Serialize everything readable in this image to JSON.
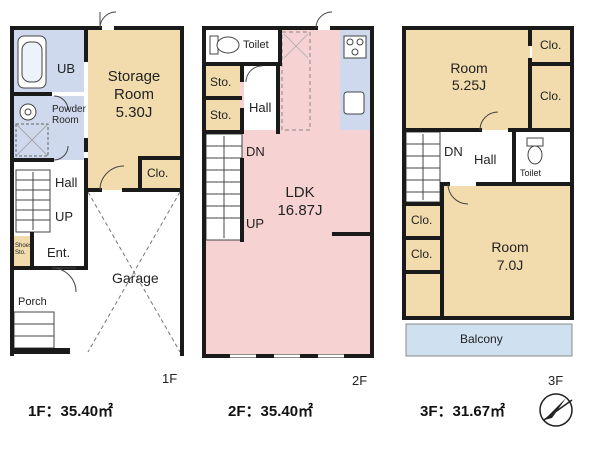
{
  "floor_1": {
    "rooms": {
      "ub": "UB",
      "powder_room": [
        "Powder",
        "Room"
      ],
      "storage_room": [
        "Storage",
        "Room",
        "5.30J"
      ],
      "closet": "Clo.",
      "hall": "Hall",
      "up": "UP",
      "shoes_storage": [
        "Shoes",
        "Sto."
      ],
      "entrance": "Ent.",
      "garage": "Garage",
      "porch": "Porch"
    },
    "label": "1F",
    "area": "1F：35.40㎡"
  },
  "floor_2": {
    "rooms": {
      "toilet": "Toilet",
      "storage_1": "Sto.",
      "storage_2": "Sto.",
      "hall": "Hall",
      "dn": "DN",
      "up": "UP",
      "ldk": [
        "LDK",
        "16.87J"
      ]
    },
    "label": "2F",
    "area": "2F：35.40㎡"
  },
  "floor_3": {
    "rooms": {
      "room_small": [
        "Room",
        "5.25J"
      ],
      "closet_1": "Clo.",
      "closet_2": "Clo.",
      "dn": "DN",
      "hall": "Hall",
      "toilet": "Toilet",
      "closet_3": "Clo.",
      "closet_4": "Clo.",
      "room_large": [
        "Room",
        "7.0J"
      ],
      "balcony": "Balcony"
    },
    "label": "3F",
    "area": "3F：31.67㎡"
  },
  "colors": {
    "wall": "#1a1a1a",
    "wood_floor": "#f2dcad",
    "ldk_floor": "#f6d2d2",
    "wet_area": "#cfd9ee",
    "balcony": "#cfe0f0",
    "white_floor": "#ffffff"
  },
  "icons": [
    "bathtub-icon",
    "washbasin-icon",
    "toilet-icon",
    "stove-icon",
    "sink-icon",
    "stairs-icon",
    "north-compass-icon"
  ]
}
